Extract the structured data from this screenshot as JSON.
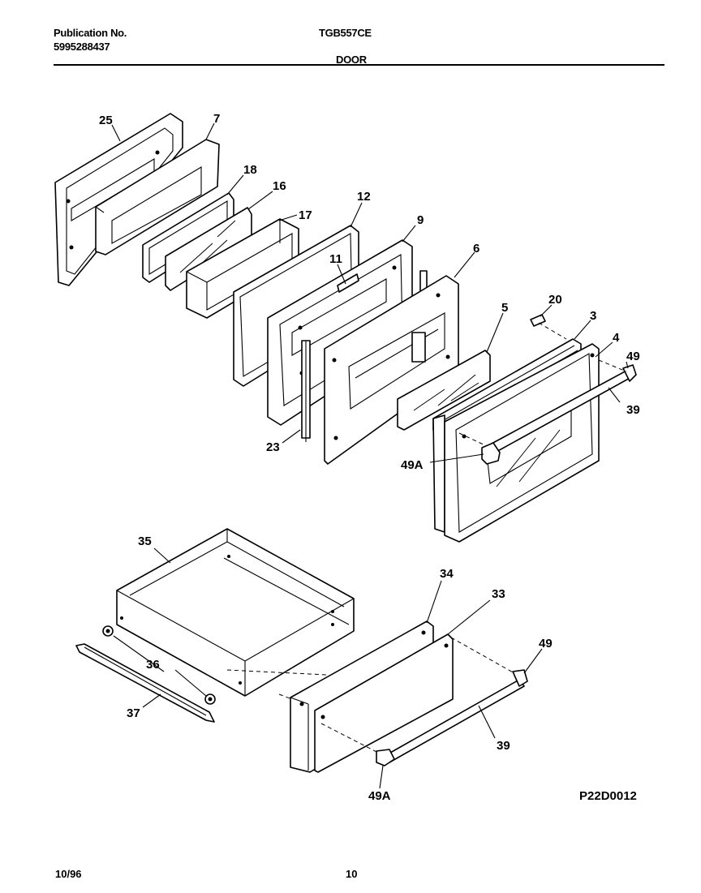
{
  "header": {
    "publication_label": "Publication No.",
    "publication_number": "5995288437",
    "model": "TGB557CE",
    "section": "DOOR"
  },
  "footer": {
    "date": "10/96",
    "page": "10"
  },
  "diagram": {
    "drawing_id": "P22D0012",
    "callouts": {
      "c25": "25",
      "c7": "7",
      "c18": "18",
      "c16": "16",
      "c17": "17",
      "c12": "12",
      "c9": "9",
      "c11": "11",
      "c6": "6",
      "c5": "5",
      "c20": "20",
      "c3": "3",
      "c4": "4",
      "c49a": "49",
      "c39a": "39",
      "c49aa": "49A",
      "c23": "23",
      "c35": "35",
      "c34": "34",
      "c33": "33",
      "c36": "36",
      "c37": "37",
      "c49b": "49",
      "c39b": "39",
      "c49ab": "49A"
    }
  }
}
